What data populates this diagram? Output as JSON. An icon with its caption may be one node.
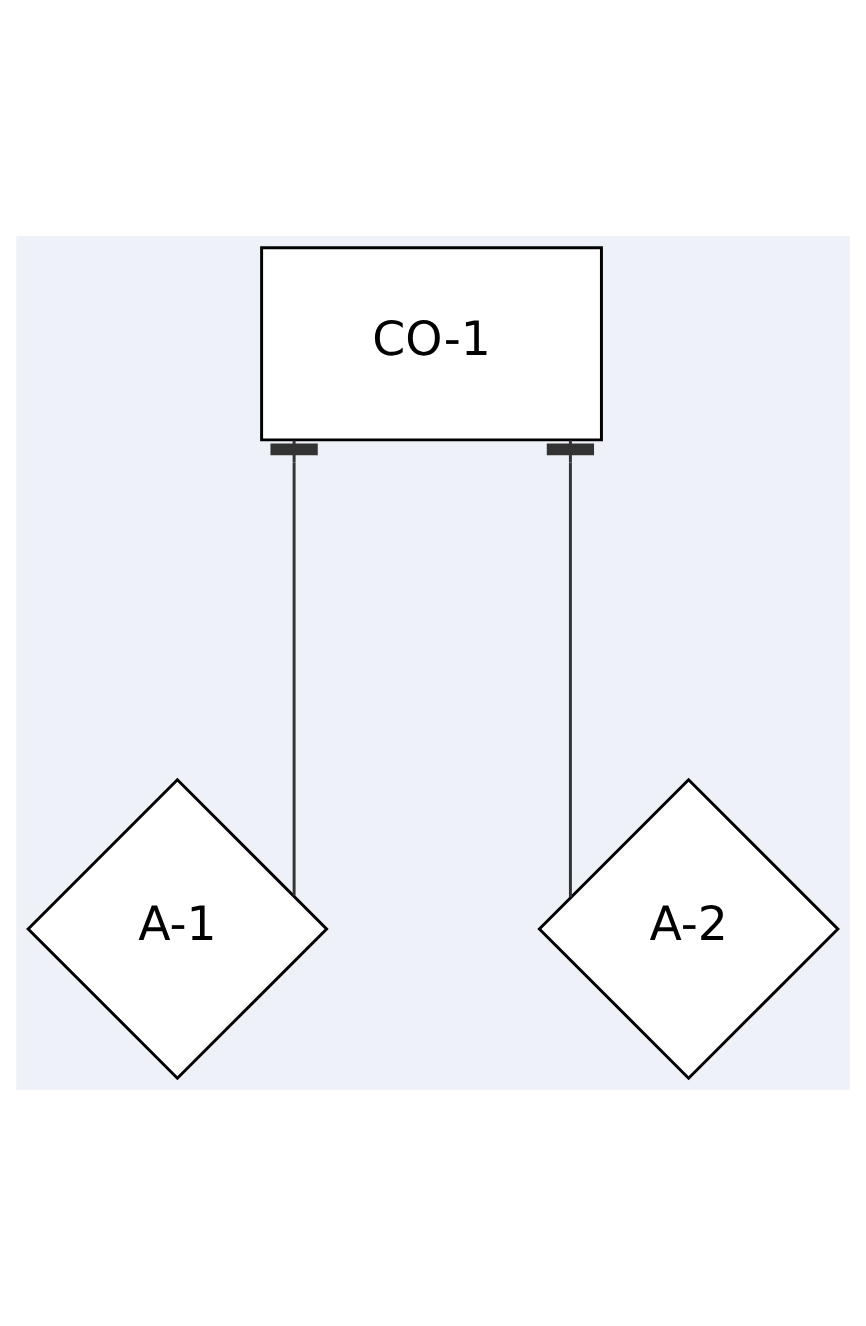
{
  "diagram": {
    "nodes": [
      {
        "text": [
          "CO-1"
        ]
      },
      {
        "text": [
          "A-1"
        ]
      },
      {
        "text": [
          "A-2"
        ]
      }
    ],
    "edges": [
      {
        "from": 0,
        "to": 1,
        "arrow": "other"
      },
      {
        "from": 0,
        "to": 2,
        "arrow": "other"
      }
    ]
  }
}
